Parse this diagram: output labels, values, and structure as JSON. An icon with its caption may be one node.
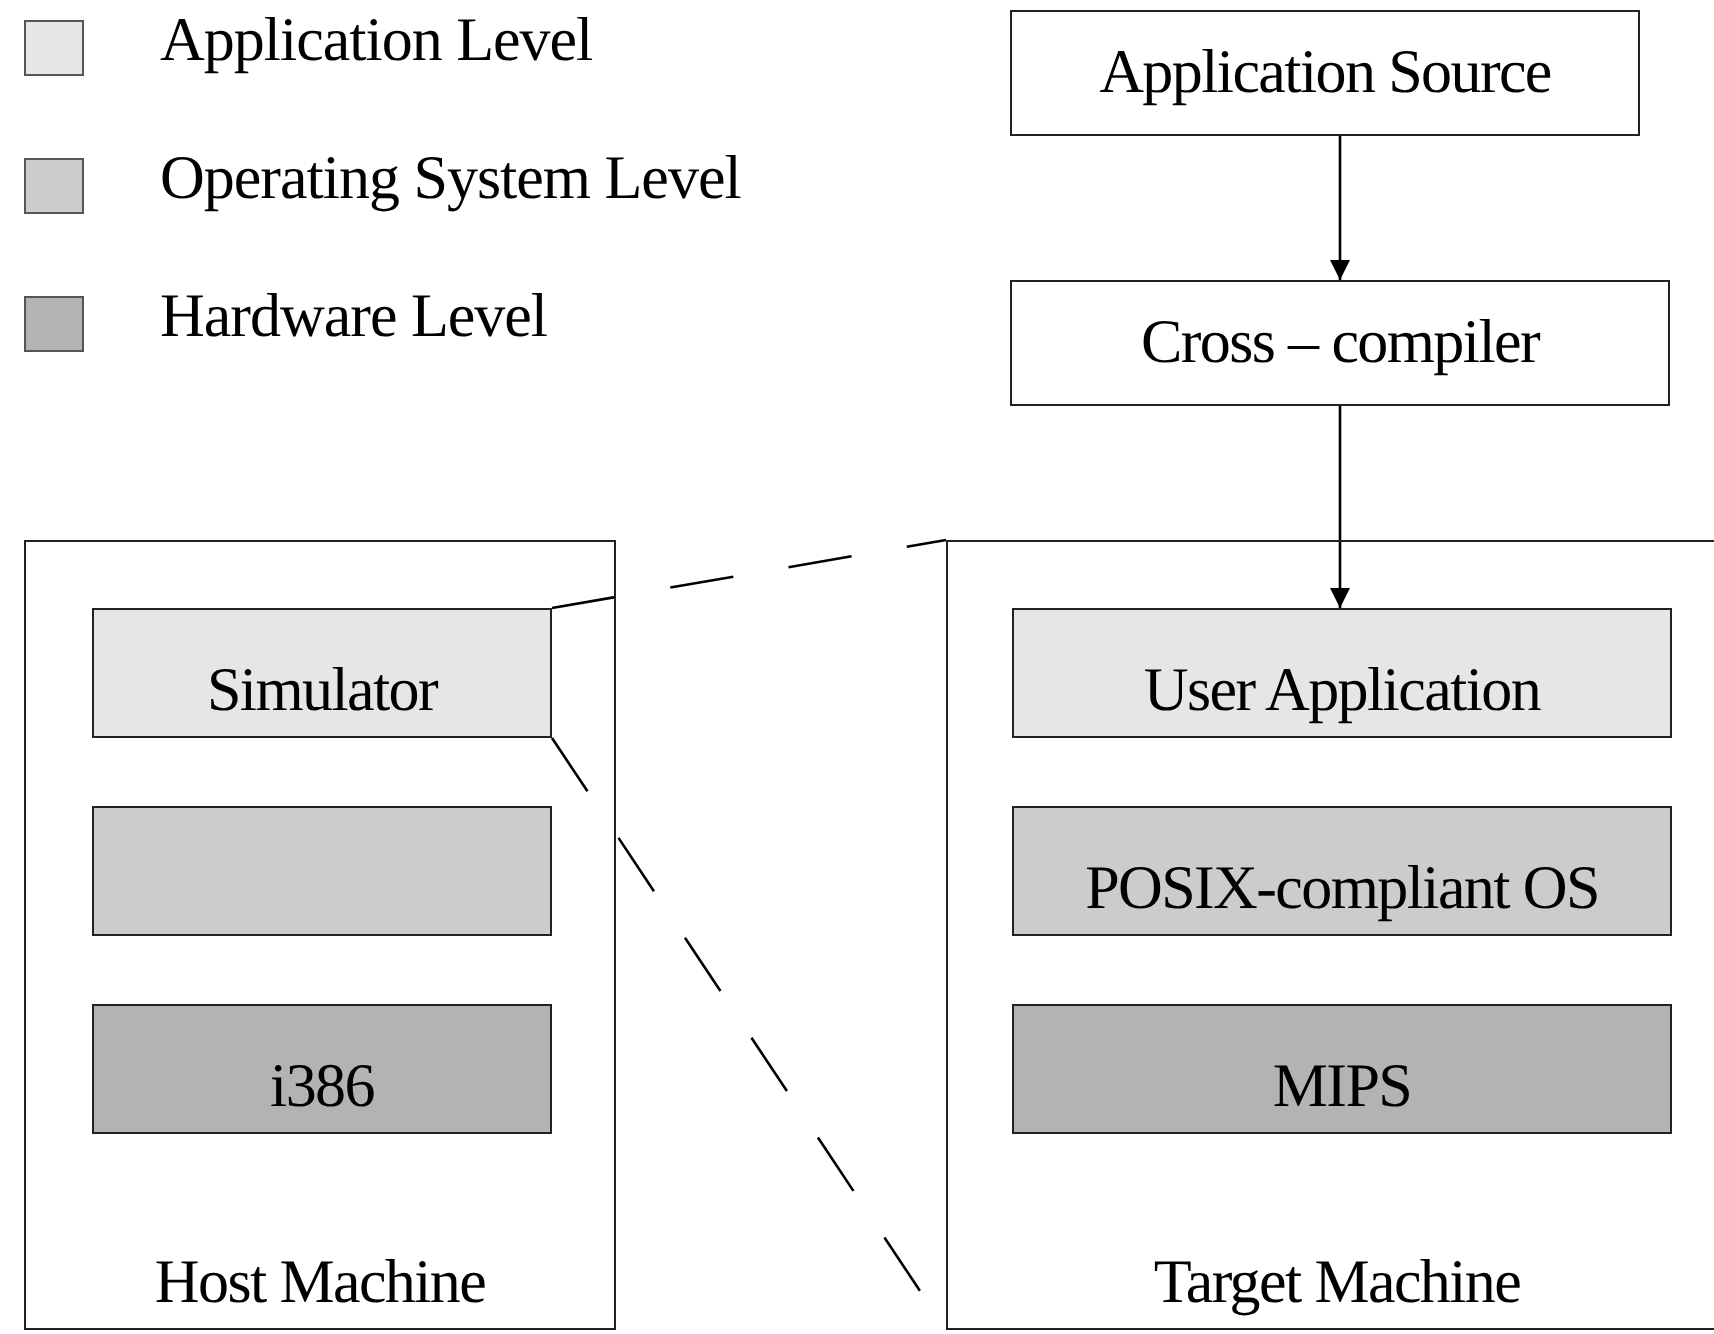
{
  "diagram": {
    "nodes": [
      {
        "text": [
          "Application Source"
        ]
      },
      {
        "text": [
          "Cross – compiler"
        ]
      },
      {
        "text": [
          "Host Machine"
        ]
      },
      {
        "text": [
          "Simulator"
        ],
        "in": 2
      },
      {
        "text": [],
        "shape": "box",
        "in": 2
      },
      {
        "text": [
          "i386"
        ],
        "in": 2
      },
      {
        "text": [
          "Target Machine"
        ]
      },
      {
        "text": [
          "User Application"
        ],
        "in": 6
      },
      {
        "text": [
          "POSIX-compliant OS"
        ],
        "in": 6
      },
      {
        "text": [
          "MIPS"
        ],
        "in": 6
      }
    ],
    "edges": [
      {
        "from": 0,
        "to": 1,
        "arrow": "to"
      },
      {
        "from": 1,
        "to": 7,
        "arrow": "to"
      },
      {
        "from": 3,
        "to": 6,
        "arrow": "none",
        "style": "dashed"
      },
      {
        "from": 3,
        "to": 6,
        "arrow": "none",
        "style": "dashed"
      }
    ],
    "legend": [
      {
        "text": "Application Level",
        "color": "#e6e6e6"
      },
      {
        "text": "Operating System Level",
        "color": "#cccccc"
      },
      {
        "text": "Hardware Level",
        "color": "#b3b3b3"
      }
    ]
  }
}
